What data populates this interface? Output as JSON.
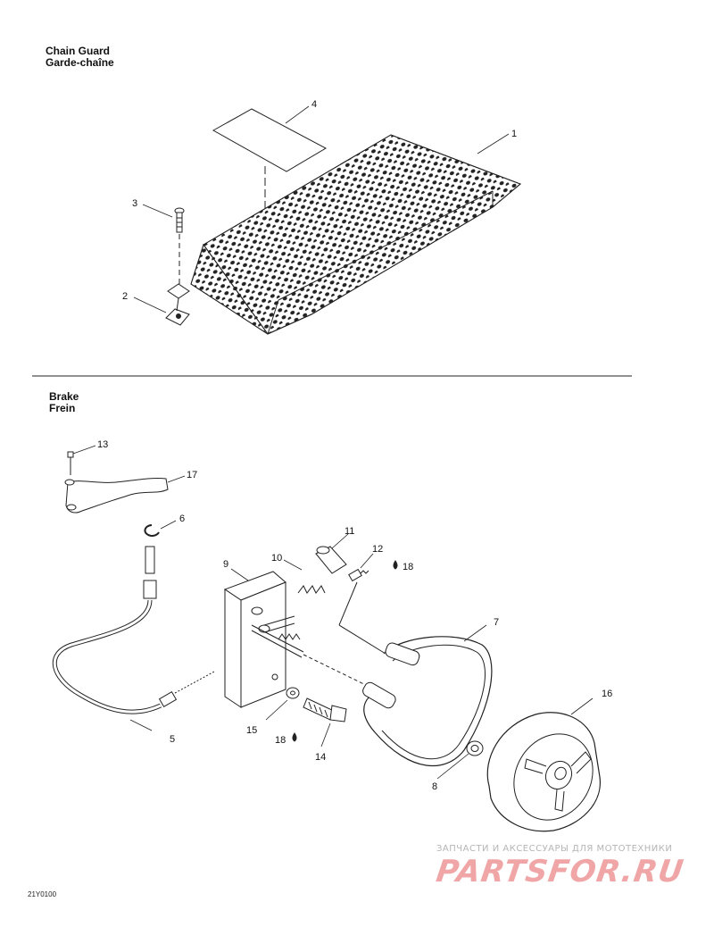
{
  "sections": {
    "chain_guard": {
      "title_en": "Chain Guard",
      "title_fr": "Garde-chaîne"
    },
    "brake": {
      "title_en": "Brake",
      "title_fr": "Frein"
    }
  },
  "callouts": {
    "c1": "1",
    "c2": "2",
    "c3": "3",
    "c4": "4",
    "c5": "5",
    "c6": "6",
    "c7": "7",
    "c8": "8",
    "c9": "9",
    "c10": "10",
    "c11": "11",
    "c12": "12",
    "c13": "13",
    "c14": "14",
    "c15": "15",
    "c16": "16",
    "c17": "17",
    "c18a": "18",
    "c18b": "18"
  },
  "doc_code": "21Y0100",
  "watermark": {
    "tagline": "ЗАПЧАСТИ И АКСЕССУАРЫ ДЛЯ МОТОТЕХНИКИ",
    "logo": "PARTSFOR.RU",
    "color": "#f0a6a6"
  }
}
